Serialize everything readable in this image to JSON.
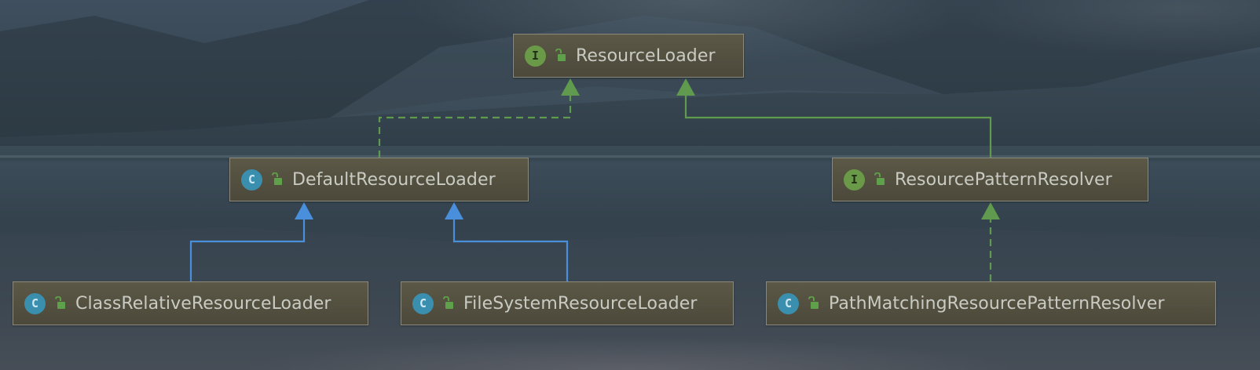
{
  "diagram": {
    "nodes": [
      {
        "id": "resource-loader",
        "kind": "interface",
        "badge": "I",
        "label": "ResourceLoader"
      },
      {
        "id": "default-resource-loader",
        "kind": "class",
        "badge": "C",
        "label": "DefaultResourceLoader"
      },
      {
        "id": "resource-pattern-resolver",
        "kind": "interface",
        "badge": "I",
        "label": "ResourcePatternResolver"
      },
      {
        "id": "class-relative-resource-loader",
        "kind": "class",
        "badge": "C",
        "label": "ClassRelativeResourceLoader"
      },
      {
        "id": "file-system-resource-loader",
        "kind": "class",
        "badge": "C",
        "label": "FileSystemResourceLoader"
      },
      {
        "id": "path-matching-resource-pattern-resolver",
        "kind": "class",
        "badge": "C",
        "label": "PathMatchingResourcePatternResolver"
      }
    ],
    "edges": [
      {
        "from": "default-resource-loader",
        "to": "resource-loader",
        "relation": "implements"
      },
      {
        "from": "resource-pattern-resolver",
        "to": "resource-loader",
        "relation": "extends-interface"
      },
      {
        "from": "class-relative-resource-loader",
        "to": "default-resource-loader",
        "relation": "extends"
      },
      {
        "from": "file-system-resource-loader",
        "to": "default-resource-loader",
        "relation": "extends"
      },
      {
        "from": "path-matching-resource-pattern-resolver",
        "to": "resource-pattern-resolver",
        "relation": "implements"
      }
    ],
    "colors": {
      "implements": "#5f9a4e",
      "extends-interface": "#5f9a4e",
      "extends": "#4a8fdb",
      "interface_badge": "#6a9a48",
      "class_badge": "#3b8fae",
      "lock_icon": "#5fa04a"
    },
    "icons": {
      "visibility": "unlocked-padlock-icon"
    }
  }
}
